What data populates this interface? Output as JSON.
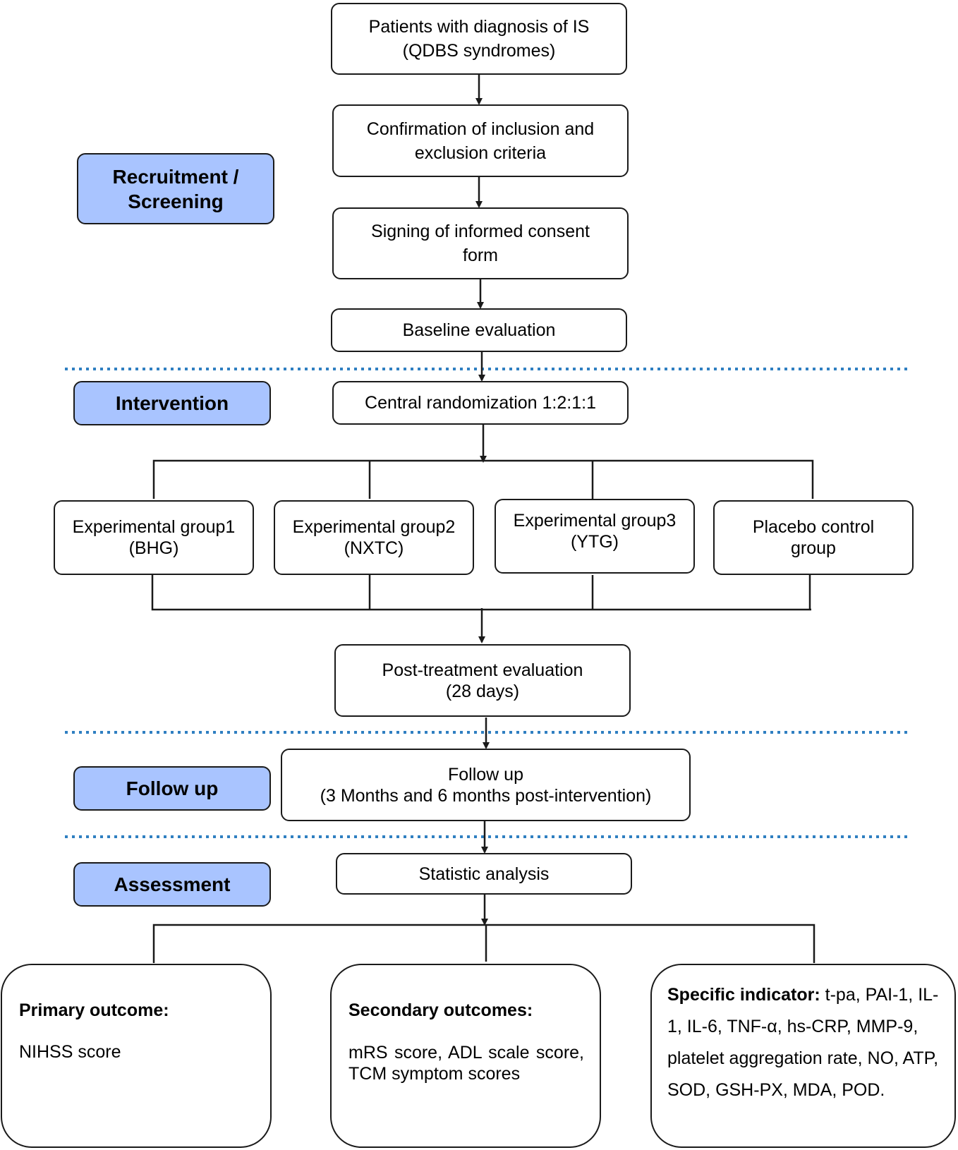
{
  "phases": {
    "recruitment": [
      "Recruitment /",
      "Screening"
    ],
    "intervention": "Intervention",
    "follow_up": "Follow up",
    "assessment": "Assessment"
  },
  "steps": {
    "patients": [
      "Patients with diagnosis of IS",
      "(QDBS syndromes)"
    ],
    "confirmation": [
      "Confirmation of inclusion and",
      "exclusion criteria"
    ],
    "consent": [
      "Signing of informed consent",
      "form"
    ],
    "baseline": "Baseline evaluation",
    "randomization": "Central randomization 1:2:1:1",
    "post_treatment": [
      "Post-treatment evaluation",
      "(28 days)"
    ],
    "follow_up": [
      "Follow up",
      "(3 Months and 6 months post-intervention)"
    ],
    "statistic": "Statistic analysis"
  },
  "groups": [
    [
      "Experimental group1",
      "(BHG)"
    ],
    [
      "Experimental group2",
      "(NXTC)"
    ],
    [
      "Experimental group3",
      "(YTG)"
    ],
    [
      "Placebo control",
      "group"
    ]
  ],
  "outcomes": {
    "primary": {
      "heading": "Primary outcome:",
      "body": "NIHSS score"
    },
    "secondary": {
      "heading": "Secondary outcomes:",
      "body": "mRS score, ADL scale score, TCM symptom scores"
    },
    "specific": {
      "heading": "Specific indicator:",
      "body": " t-pa, PAI-1, IL-1, IL-6, TNF-α, hs-CRP, MMP-9, platelet aggregation rate, NO, ATP, SOD, GSH-PX, MDA, POD."
    }
  },
  "colors": {
    "phase_fill": "#a9c4ff",
    "separator": "#2f7fc1",
    "line": "#1a1a1a"
  }
}
